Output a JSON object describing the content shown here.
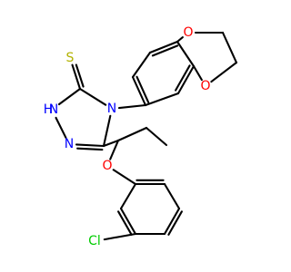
{
  "colors": {
    "background": "#ffffff",
    "bond": "#000000",
    "C": "#000000",
    "N": "#0000ff",
    "O": "#ff0000",
    "S": "#b2b200",
    "Cl": "#00cc00"
  },
  "labels": {
    "S": "S",
    "NH": "H",
    "N1": "N",
    "N2": "N",
    "N4": "N",
    "O1": "O",
    "O2": "O",
    "O3": "O",
    "Cl": "Cl"
  }
}
